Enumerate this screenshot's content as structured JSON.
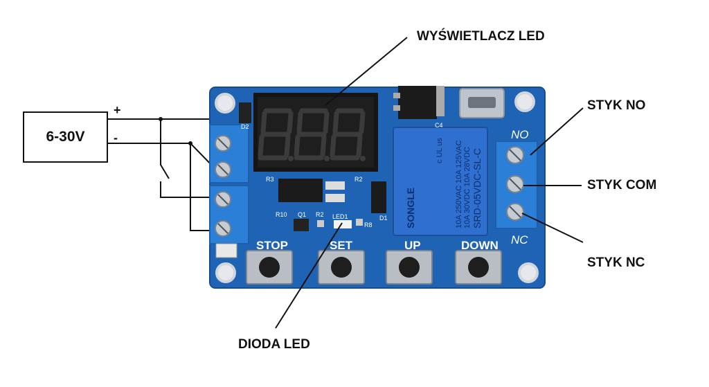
{
  "labels": {
    "display": "WYŚWIETLACZ LED",
    "no_contact": "STYK NO",
    "com_contact": "STYK COM",
    "nc_contact": "STYK NC",
    "led_diode": "DIODA LED",
    "power_supply": "6-30V",
    "plus": "+",
    "minus": "-"
  },
  "board": {
    "buttons": [
      "STOP",
      "SET",
      "UP",
      "DOWN"
    ],
    "terminal_no": "NO",
    "terminal_nc": "NC",
    "led_silk": "LED1",
    "components": [
      "D2",
      "R3",
      "R2",
      "R10",
      "Q1",
      "R2",
      "R8",
      "D1",
      "C4"
    ],
    "relay": {
      "brand": "SONGLE",
      "model": "SRD-05VDC-SL-C",
      "rating1": "10A 250VAC 10A 125VAC",
      "rating2": "10A 30VDC 10A 28VDC",
      "cert": "c UL us"
    }
  },
  "colors": {
    "pcb": "#1f63b4",
    "terminal": "#2b7fd6",
    "display": "#1a1a1a",
    "segment": "#3a3a3a",
    "relay": "#2f6fd0"
  }
}
